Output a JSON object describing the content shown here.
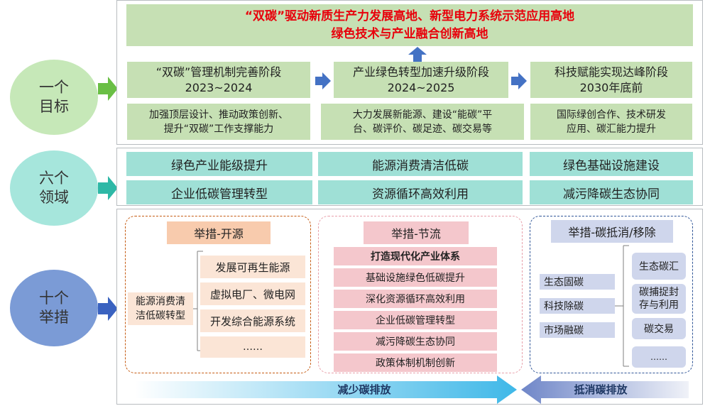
{
  "goal": {
    "circle": [
      "一个",
      "目标"
    ],
    "title": [
      "“双碳”驱动新质生产力发展高地、新型电力系统示范应用高地",
      "绿色技术与产业融合创新高地"
    ],
    "stages": [
      {
        "name": "“双碳”管理机制完善阶段",
        "period": "2023~2024",
        "desc": [
          "加强顶层设计、推动政策创新、",
          "提升“双碳”工作支撑能力"
        ]
      },
      {
        "name": "产业绿色转型加速升级阶段",
        "period": "2024~2025",
        "desc": [
          "大力发展新能源、建设“能碳”平",
          "台、碳评价、碳足迹、碳交易等"
        ]
      },
      {
        "name": "科技赋能实现达峰阶段",
        "period": "2030年底前",
        "desc": [
          "国际绿创合作、技术研发",
          "应用、碳汇能力提升"
        ]
      }
    ]
  },
  "domains": {
    "circle": [
      "六个",
      "领域"
    ],
    "items": [
      "绿色产业能级提升",
      "能源消费清洁低碳",
      "绿色基础设施建设",
      "企业低碳管理转型",
      "资源循环高效利用",
      "减污降碳生态协同"
    ]
  },
  "measures": {
    "circle": [
      "十个",
      "举措"
    ],
    "open": {
      "title": "举措-开源",
      "root": [
        "能源消费清",
        "洁低碳转型"
      ],
      "items": [
        "发展可再生能源",
        "虚拟电厂、微电网",
        "开发综合能源系统",
        "……"
      ]
    },
    "save": {
      "title": "举措-节流",
      "items": [
        "打造现代化产业体系",
        "基础设施绿色低碳提升",
        "深化资源循环高效利用",
        "企业低碳管理转型",
        "减污降碳生态协同",
        "政策体制机制创新"
      ]
    },
    "offset": {
      "title": "举措-碳抵消/移除",
      "left": [
        "生态固碳",
        "科技除碳",
        "市场融碳"
      ],
      "right": [
        [
          "生态碳汇"
        ],
        [
          "碳捕捉封",
          "存与利用"
        ],
        [
          "碳交易"
        ],
        [
          "……"
        ]
      ]
    },
    "reduce_label": "减少碳排放",
    "offset_label": "抵消碳排放"
  },
  "colors": {
    "title_red": "#e8000b",
    "green_box": "#c6e0b4",
    "teal_box": "#9fe0d6",
    "blue_arrow": "#4472c4",
    "dashed_orange": "#c55a11",
    "dashed_pink": "#e8a0aa",
    "dashed_blue": "#2f5597"
  }
}
